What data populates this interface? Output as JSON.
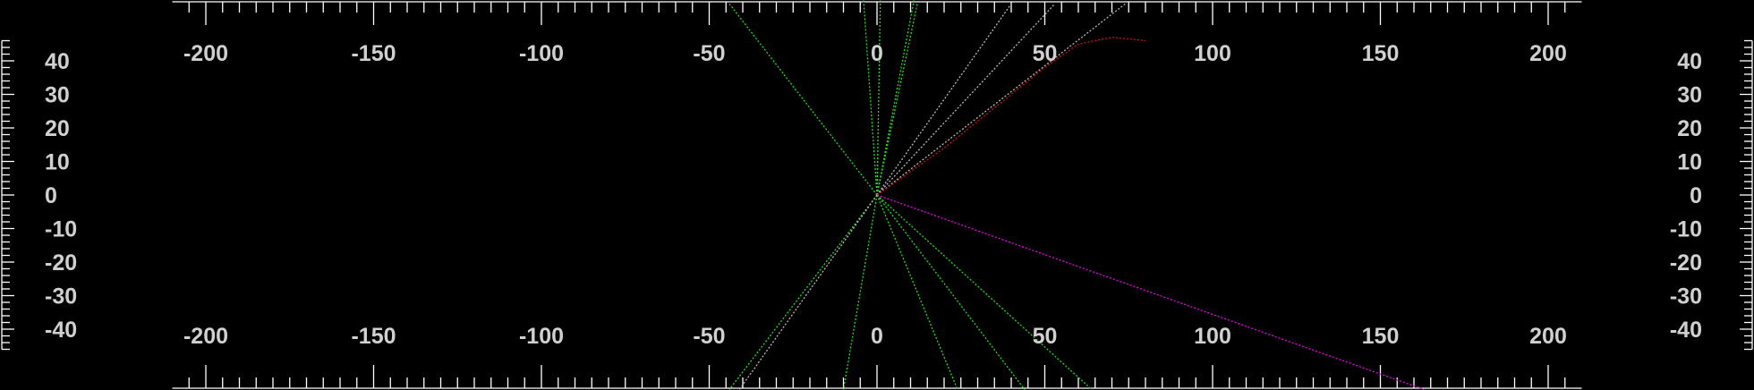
{
  "chart_data": {
    "type": "line",
    "title": "",
    "xlabel": "",
    "ylabel": "",
    "xlim": [
      -225,
      210
    ],
    "ylim": [
      -58,
      58
    ],
    "x_ticks": [
      {
        "value": -200,
        "label": "-200"
      },
      {
        "value": -150,
        "label": "-150"
      },
      {
        "value": -100,
        "label": "-100"
      },
      {
        "value": -50,
        "label": "-50"
      },
      {
        "value": 0,
        "label": "0"
      },
      {
        "value": 50,
        "label": "50"
      },
      {
        "value": 100,
        "label": "100"
      },
      {
        "value": 150,
        "label": "150"
      },
      {
        "value": 200,
        "label": "200"
      }
    ],
    "y_ticks": [
      {
        "value": 40,
        "label": "40"
      },
      {
        "value": 30,
        "label": "30"
      },
      {
        "value": 20,
        "label": "20"
      },
      {
        "value": 10,
        "label": "10"
      },
      {
        "value": 0,
        "label": "0"
      },
      {
        "value": -10,
        "label": "-10"
      },
      {
        "value": -20,
        "label": "-20"
      },
      {
        "value": -30,
        "label": "-30"
      },
      {
        "value": -40,
        "label": "-40"
      }
    ],
    "grid": false,
    "legend": "none",
    "series": [
      {
        "color": "#22dd22",
        "style": "dotted",
        "x": [
          0,
          -44
        ],
        "y": [
          0,
          57
        ]
      },
      {
        "color": "#22dd22",
        "style": "dotted",
        "x": [
          0,
          -4
        ],
        "y": [
          0,
          58
        ]
      },
      {
        "color": "#22dd22",
        "style": "dotted",
        "x": [
          0,
          1
        ],
        "y": [
          0,
          58
        ]
      },
      {
        "color": "#22dd22",
        "style": "dotted",
        "x": [
          0,
          11
        ],
        "y": [
          0,
          58
        ]
      },
      {
        "color": "#22dd22",
        "style": "dotted",
        "x": [
          0,
          12
        ],
        "y": [
          0,
          57
        ]
      },
      {
        "color": "#b8b8b8",
        "style": "dotted",
        "x": [
          0,
          40
        ],
        "y": [
          0,
          57
        ]
      },
      {
        "color": "#b8b8b8",
        "style": "dotted",
        "x": [
          0,
          53
        ],
        "y": [
          0,
          57
        ]
      },
      {
        "color": "#b8b8b8",
        "style": "dotted",
        "x": [
          0,
          74
        ],
        "y": [
          0,
          57
        ]
      },
      {
        "color": "#ee00ee",
        "style": "dotted",
        "x": [
          0,
          163
        ],
        "y": [
          0,
          -58
        ]
      },
      {
        "color": "#22dd22",
        "style": "dotted",
        "x": [
          0,
          -44
        ],
        "y": [
          0,
          -58
        ]
      },
      {
        "color": "#22dd22",
        "style": "dotted",
        "x": [
          0,
          -10
        ],
        "y": [
          0,
          -58
        ]
      },
      {
        "color": "#22dd22",
        "style": "dotted",
        "x": [
          0,
          24
        ],
        "y": [
          0,
          -58
        ]
      },
      {
        "color": "#22dd22",
        "style": "dotted",
        "x": [
          0,
          44
        ],
        "y": [
          0,
          -58
        ]
      },
      {
        "color": "#22dd22",
        "style": "dotted",
        "x": [
          0,
          64
        ],
        "y": [
          0,
          -58
        ]
      },
      {
        "color": "#b8b8b8",
        "style": "dotted",
        "x": [
          0,
          -41
        ],
        "y": [
          0,
          -58
        ]
      },
      {
        "color": "#cc1111",
        "style": "dotted",
        "x": [
          0,
          10,
          20,
          30,
          40,
          50,
          60,
          70,
          80
        ],
        "y": [
          0,
          7,
          14,
          22,
          30,
          38,
          45,
          47,
          46
        ]
      }
    ]
  }
}
